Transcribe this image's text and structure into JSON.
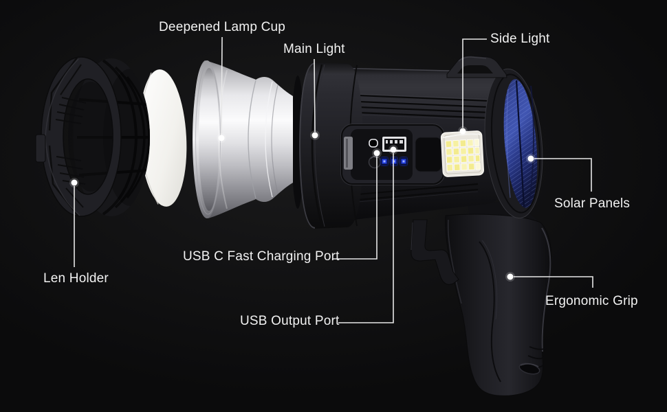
{
  "image": {
    "type": "product-callout-diagram",
    "subject": "Solar rechargeable spotlight flashlight with exploded lens assembly",
    "background_color": "#0d0d0d",
    "label_text_color": "#f2f2f2",
    "callout_line_color": "#e8e8e8"
  },
  "annotations": [
    {
      "id": "deepened-lamp-cup",
      "label": "Deepened Lamp Cup"
    },
    {
      "id": "main-light",
      "label": "Main Light"
    },
    {
      "id": "side-light",
      "label": "Side Light"
    },
    {
      "id": "solar-panels",
      "label": "Solar Panels"
    },
    {
      "id": "ergonomic-grip",
      "label": "Ergonomic Grip"
    },
    {
      "id": "usb-output-port",
      "label": "USB Output Port"
    },
    {
      "id": "usb-c-fast-charging-port",
      "label": "USB C Fast Charging Port"
    },
    {
      "id": "len-holder",
      "label": "Len Holder"
    }
  ],
  "colors": {
    "body_black": "#1c1c20",
    "lamp_cup_silver": "#d9d9dc",
    "lens_white": "#f3f2ee",
    "solar_panel_blue": "#3a4da6",
    "side_light_yellow": "#f4ee9c",
    "battery_led_blue": "#2945f2"
  }
}
